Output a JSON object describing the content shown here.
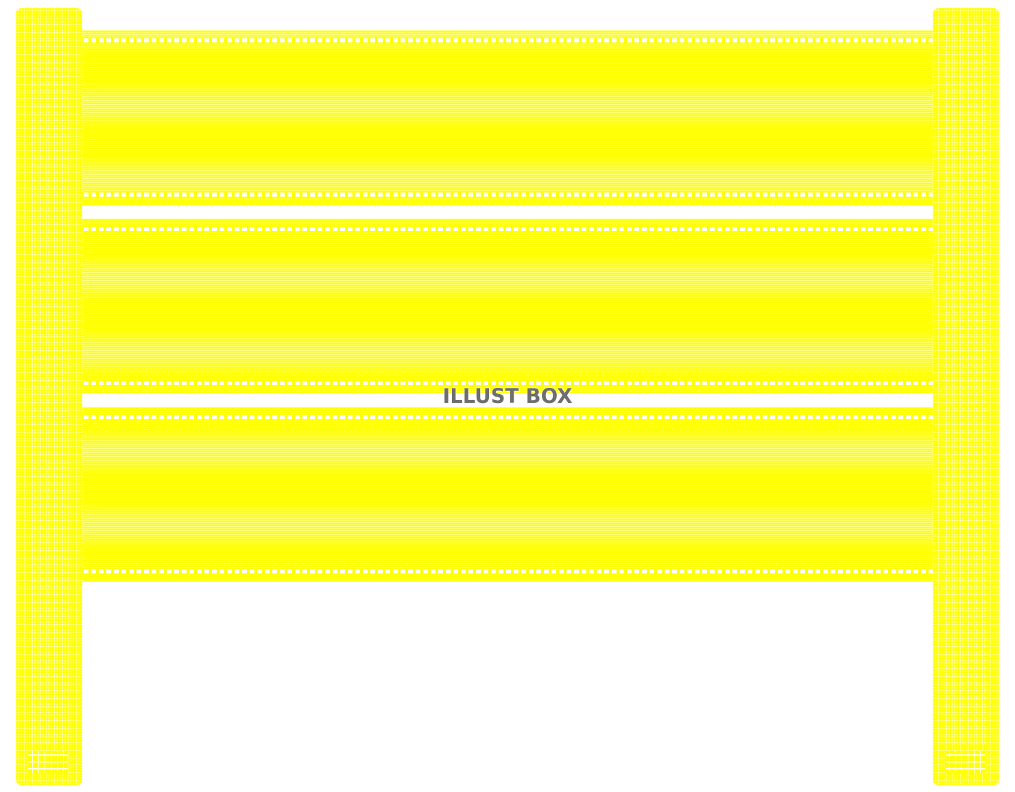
{
  "watermark": {
    "text": "ILLUST BOX"
  },
  "colors": {
    "fence_yellow": "#ffff00",
    "background": "#ffffff",
    "watermark_gray": "#6e6e6e"
  },
  "illustration": {
    "subject": "fence-icon",
    "post_count": 2,
    "panel_count": 3
  }
}
